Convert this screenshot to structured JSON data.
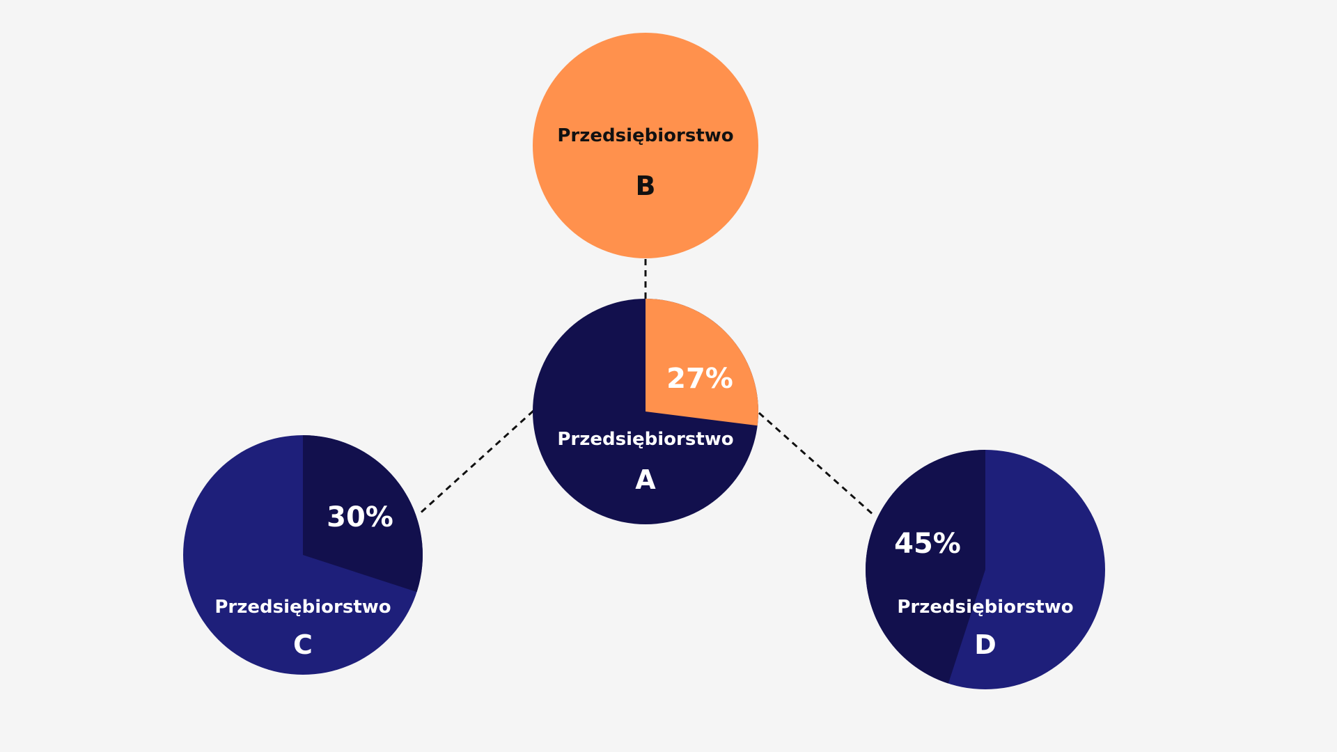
{
  "colors": {
    "background": "#f5f5f5",
    "orange": "#ff914d",
    "navy_dark": "#12104d",
    "navy_light": "#1e1f7a",
    "text_dark": "#111111",
    "text_light": "#ffffff",
    "connector": "#111111"
  },
  "company_b": {
    "name": "Przedsiębiorstwo",
    "letter": "B"
  },
  "company_a": {
    "name": "Przedsiębiorstwo",
    "letter": "A",
    "share_percent": 27,
    "share_label": "27%"
  },
  "company_c": {
    "name": "Przedsiębiorstwo",
    "letter": "C",
    "share_percent": 30,
    "share_label": "30%"
  },
  "company_d": {
    "name": "Przedsiębiorstwo",
    "letter": "D",
    "share_percent": 45,
    "share_label": "45%"
  }
}
